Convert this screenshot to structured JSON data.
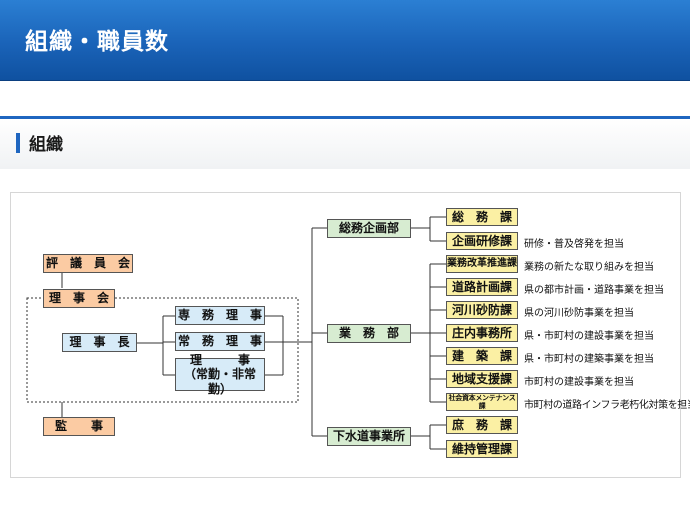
{
  "header": {
    "title": "組織・職員数"
  },
  "section": {
    "title": "組織"
  },
  "org": {
    "council": "評　議　員　会",
    "board": "理　事　会",
    "chairman": "理　事　長",
    "senmu": "専　務　理　事",
    "joumu": "常　務　理　事",
    "riji_line1": "理　　　事",
    "riji_line2": "（常勤・非常勤）",
    "auditor": "監　　事",
    "depts": {
      "soumu_kikaku": "総務企画部",
      "gyomu": "業　務　部",
      "gesuido": "下水道事業所"
    },
    "sections": [
      {
        "name": "総　務　課",
        "note": ""
      },
      {
        "name": "企画研修課",
        "note": "研修・普及啓発を担当"
      },
      {
        "name": "業務改革推進課",
        "note": "業務の新たな取り組みを担当"
      },
      {
        "name": "道路計画課",
        "note": "県の都市計画・道路事業を担当"
      },
      {
        "name": "河川砂防課",
        "note": "県の河川砂防事業を担当"
      },
      {
        "name": "庄内事務所",
        "note": "県・市町村の建設事業を担当"
      },
      {
        "name": "建　築　課",
        "note": "県・市町村の建築事業を担当"
      },
      {
        "name": "地域支援課",
        "note": "市町村の建設事業を担当"
      },
      {
        "name": "社会資本メンテナンス課",
        "note": "市町村の道路インフラ老朽化対策を担当"
      },
      {
        "name": "庶　務　課",
        "note": ""
      },
      {
        "name": "維持管理課",
        "note": ""
      }
    ]
  },
  "colors": {
    "header": "#1a63b8",
    "accent": "#1f66c0",
    "orange": "#fbcba3",
    "blue": "#d7ebf8",
    "green": "#d7ecd1",
    "yellow": "#fbf0a4"
  }
}
